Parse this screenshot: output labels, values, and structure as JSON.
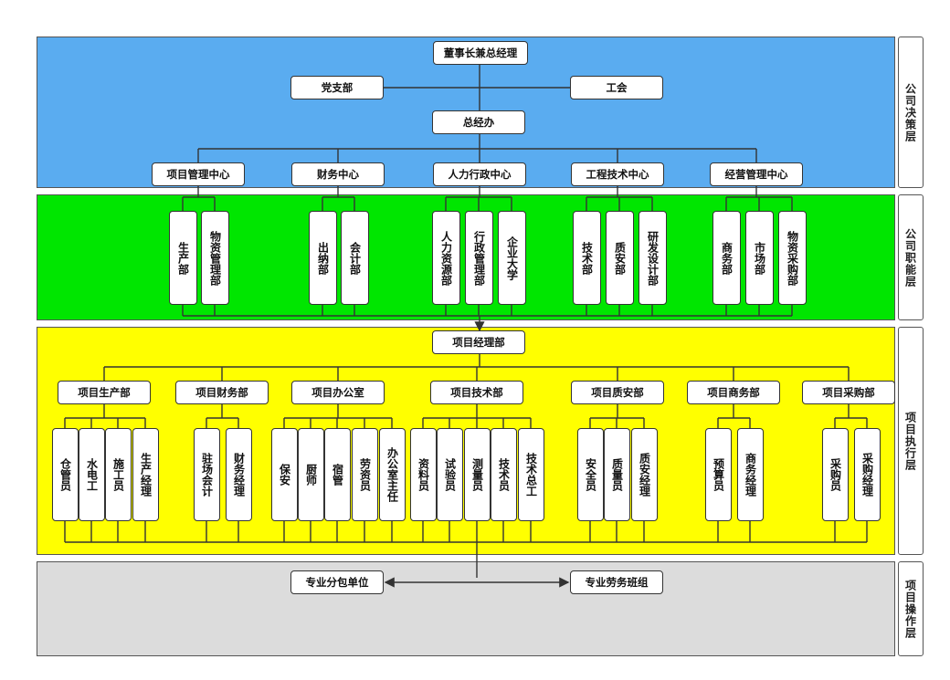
{
  "layers": {
    "decision": "公司决策层",
    "functional": "公司职能层",
    "execution": "项目执行层",
    "operation": "项目操作层"
  },
  "top": {
    "chairman": "董事长兼总经理",
    "party": "党支部",
    "union": "工会",
    "office": "总经办"
  },
  "centers": [
    "项目管理中心",
    "财务中心",
    "人力行政中心",
    "工程技术中心",
    "经营管理中心"
  ],
  "departments": [
    [
      "生产部",
      "物资管理部"
    ],
    [
      "出纳部",
      "会计部"
    ],
    [
      "人力资源部",
      "行政管理部",
      "企业大学"
    ],
    [
      "技术部",
      "质安部",
      "研发设计部"
    ],
    [
      "商务部",
      "市场部",
      "物资采购部"
    ]
  ],
  "project": {
    "manager_dept": "项目经理部",
    "units": [
      "项目生产部",
      "项目财务部",
      "项目办公室",
      "项目技术部",
      "项目质安部",
      "项目商务部",
      "项目采购部"
    ],
    "roles": [
      [
        "仓管员",
        "水电工",
        "施工员",
        "生产经理"
      ],
      [
        "驻场会计",
        "财务经理"
      ],
      [
        "保安",
        "厨师",
        "宿管",
        "劳资员",
        "办公室主任"
      ],
      [
        "资料员",
        "试验员",
        "测量员",
        "技术员",
        "技术总工"
      ],
      [
        "安全员",
        "质量员",
        "质安经理"
      ],
      [
        "预算员",
        "商务经理"
      ],
      [
        "采购员",
        "采购经理"
      ]
    ]
  },
  "operation": {
    "subcontract": "专业分包单位",
    "labor": "专业劳务班组"
  },
  "colors": {
    "decision_bg": "#5aacf0",
    "functional_bg": "#00e600",
    "execution_bg": "#ffff00",
    "operation_bg": "#dcdcdc",
    "line": "#333333"
  }
}
